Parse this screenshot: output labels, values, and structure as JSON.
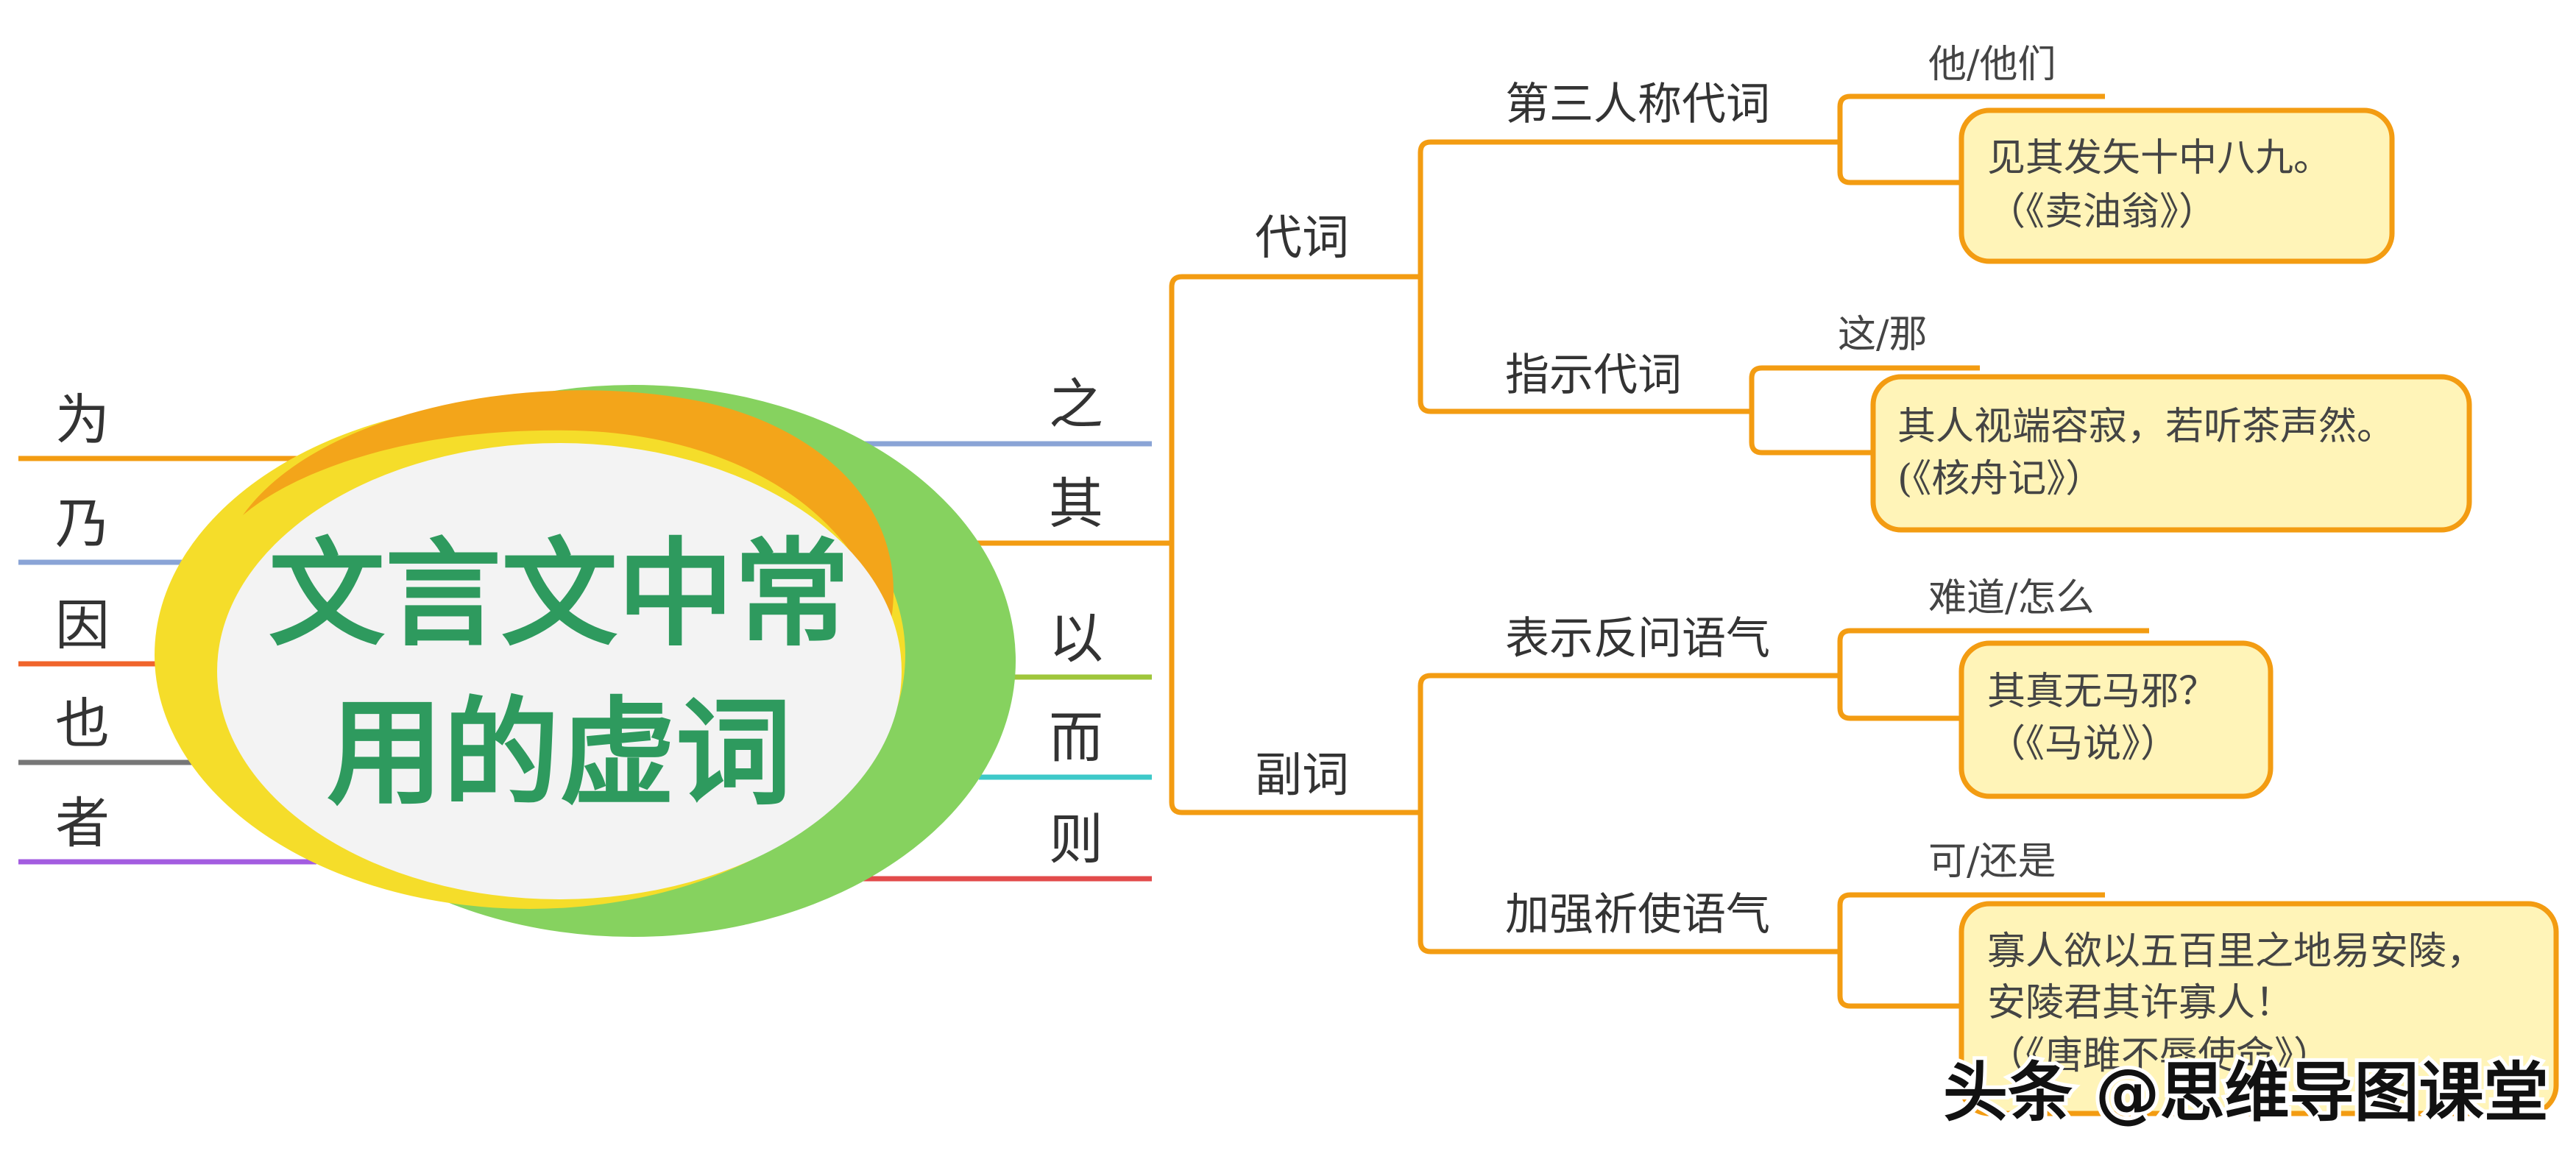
{
  "title": {
    "line1": "文言文中常",
    "line2": "用的虚词"
  },
  "left_words": [
    {
      "text": "为",
      "color": "#f39c12"
    },
    {
      "text": "乃",
      "color": "#8aa4d6"
    },
    {
      "text": "因",
      "color": "#f0642b"
    },
    {
      "text": "也",
      "color": "#777777"
    },
    {
      "text": "者",
      "color": "#a35ce0"
    }
  ],
  "right_words": [
    {
      "text": "之",
      "color": "#8aa4d6"
    },
    {
      "text": "其",
      "color": "#f39c12"
    },
    {
      "text": "以",
      "color": "#9fc63b"
    },
    {
      "text": "而",
      "color": "#3ec9c9"
    },
    {
      "text": "则",
      "color": "#e24b4b"
    }
  ],
  "branches": {
    "pronoun": {
      "label": "代词",
      "subs": [
        {
          "label": "第三人称代词",
          "meaning": "他/他们",
          "example_lines": [
            "见其发矢十中八九。",
            "（《卖油翁》）"
          ]
        },
        {
          "label": "指示代词",
          "meaning": "这/那",
          "example_lines": [
            "其人视端容寂，若听茶声然。",
            "(《核舟记》）"
          ]
        }
      ]
    },
    "adverb": {
      "label": "副词",
      "subs": [
        {
          "label": "表示反问语气",
          "meaning": "难道/怎么",
          "example_lines": [
            "其真无马邪？",
            "（《马说》）"
          ]
        },
        {
          "label": "加强祈使语气",
          "meaning": "可/还是",
          "example_lines": [
            "寡人欲以五百里之地易安陵，",
            "安陵君其许寡人！",
            "（《唐雎不辱使命》）"
          ]
        }
      ]
    }
  },
  "watermark": "头条 @思维导图课堂",
  "colors": {
    "branch": "#f39c12",
    "box_fill": "#fff4b8",
    "text": "#333333",
    "title_text": "#2e9a5e",
    "ellipse_green": "#86d25f",
    "ellipse_yellow": "#f5dd2a",
    "ellipse_orange": "#f3a51a",
    "ellipse_inner": "#f3f3f3"
  }
}
